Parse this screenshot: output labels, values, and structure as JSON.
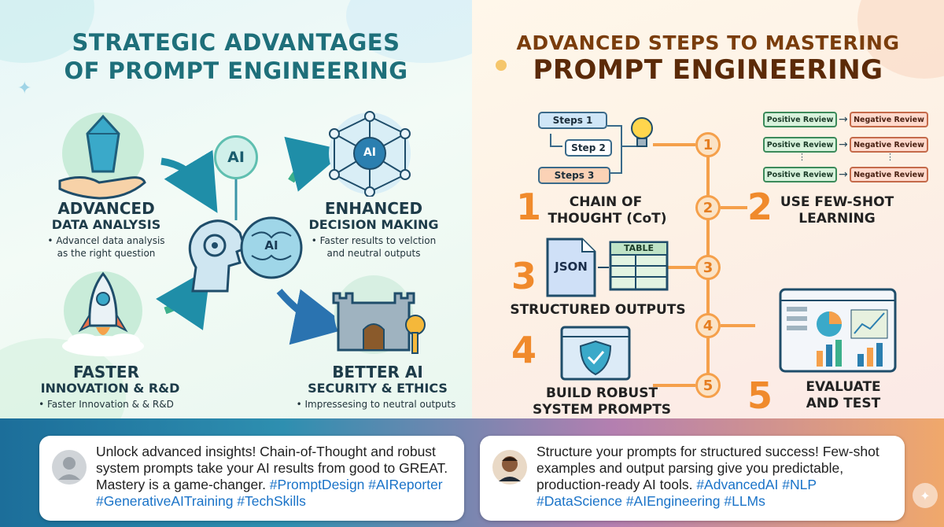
{
  "left": {
    "title_line1": "STRATEGIC ADVANTAGES",
    "title_line2": "OF PROMPT ENGINEERING",
    "ai_badge": "AI",
    "brain_label": "AI",
    "network_label": "AI",
    "advanced": {
      "heading1": "ADVANCED",
      "heading2": "DATA ANALYSIS",
      "desc1": "• Advancel data analysis",
      "desc2": "as the right question"
    },
    "enhanced": {
      "heading1": "ENHANCED",
      "heading2": "DECISION MAKING",
      "desc1": "• Faster results to velction",
      "desc2": "and neutral outputs"
    },
    "faster": {
      "heading1": "FASTER",
      "heading2": "INNOVATION & R&D",
      "desc1": "• Faster Innovation & & R&D"
    },
    "better": {
      "heading1": "BETTER AI",
      "heading2": "SECURITY & ETHICS",
      "desc1": "• Impressesing to neutral outputs"
    }
  },
  "right": {
    "title_line1": "ADVANCED STEPS TO MASTERING",
    "title_line2": "PROMPT ENGINEERING",
    "cot_steps": [
      "Steps 1",
      "Step 2",
      "Steps 3"
    ],
    "few_shot_rows": [
      {
        "positive": "Positive Review",
        "negative": "Negative Review"
      },
      {
        "positive": "Positive Review",
        "negative": "Negative Review"
      },
      {
        "positive": "Positive Review",
        "negative": "Negative Review"
      }
    ],
    "nodes": [
      "1",
      "2",
      "3",
      "4",
      "5"
    ],
    "step1": {
      "num": "1",
      "line1": "CHAIN OF",
      "line2": "THOUGHT (CoT)"
    },
    "step2": {
      "num": "2",
      "line1": "USE FEW-SHOT",
      "line2": "LEARNING"
    },
    "step3": {
      "num": "3",
      "line1": "STRUCTURED OUTPUTS",
      "json": "JSON",
      "table": "TABLE"
    },
    "step4": {
      "num": "4",
      "line1": "BUILD ROBUST",
      "line2": "SYSTEM PROMPTS"
    },
    "step5": {
      "num": "5",
      "line1": "EVALUATE",
      "line2": "AND TEST"
    }
  },
  "posts": [
    {
      "lines": [
        "Unlock advanced insights! Chain-of-Thought and robust",
        "system prompts take your AI results from good to GREAT.",
        "Mastery is a game-changer. "
      ],
      "tags_line3": "#PromptDesign #AIReporter",
      "tags_line4": "#GenerativeAITraining #TechSkills"
    },
    {
      "lines": [
        "Structure your prompts for structured success! Few-shot",
        "examples and output parsing give you predictable,",
        "production-ready AI tools. "
      ],
      "tags_line3": "#AdvancedAI #NLP",
      "tags_line4": "#DataScience #AIEngineering #LLMs"
    }
  ],
  "colors": {
    "teal": "#1e6f7a",
    "orange": "#f08a2c",
    "brown": "#5b2a08",
    "hashtag": "#1a73c8"
  }
}
